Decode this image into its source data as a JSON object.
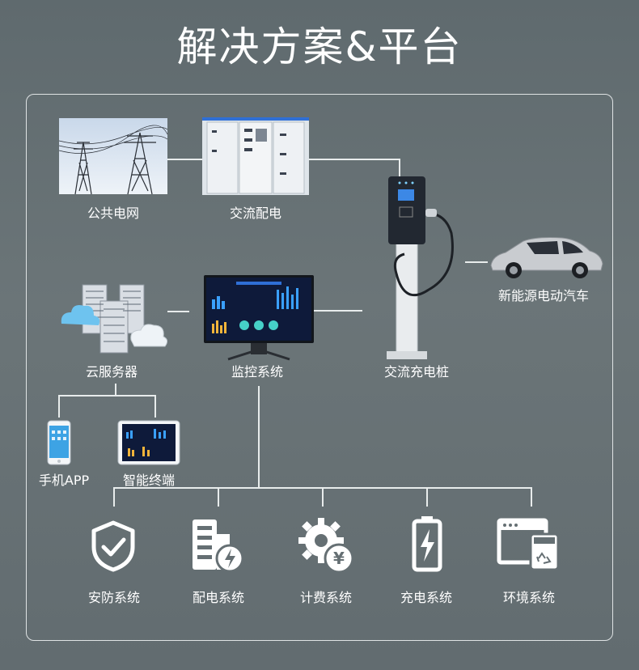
{
  "title": "解决方案&平台",
  "nodes": {
    "public_grid": "公共电网",
    "ac_distribution": "交流配电",
    "ev": "新能源电动汽车",
    "cloud_server": "云服务器",
    "monitoring": "监控系统",
    "ac_charger": "交流充电桩",
    "mobile_app": "手机APP",
    "smart_terminal": "智能终端"
  },
  "subsystems": [
    {
      "label": "安防系统",
      "icon": "shield-check-icon"
    },
    {
      "label": "配电系统",
      "icon": "building-lightning-icon"
    },
    {
      "label": "计费系统",
      "icon": "gear-yen-icon"
    },
    {
      "label": "充电系统",
      "icon": "battery-lightning-icon"
    },
    {
      "label": "环境系统",
      "icon": "window-recycle-icon"
    }
  ],
  "colors": {
    "background": "#656f73",
    "line": "#e8ecec",
    "screen_bg": "#0e1a3a",
    "accent_blue": "#2f6fd6"
  }
}
